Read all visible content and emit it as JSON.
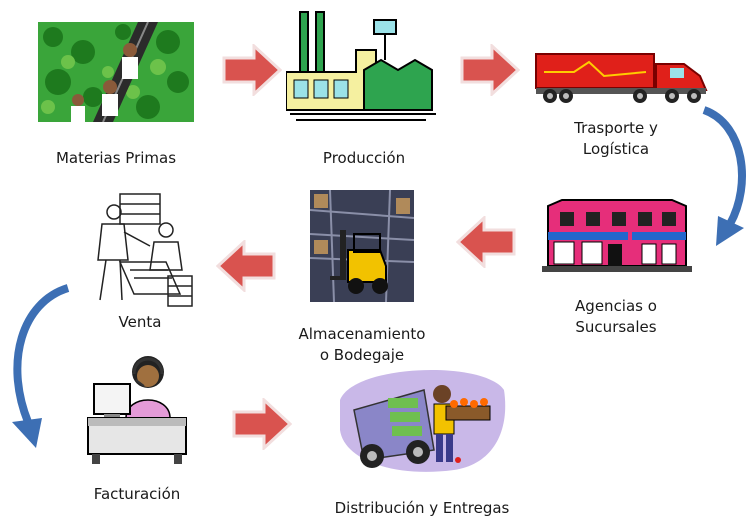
{
  "steps": {
    "materias_primas": "Materias Primas",
    "produccion": "Producción",
    "transporte_1": "Trasporte y",
    "transporte_2": "Logística",
    "agencias_1": "Agencias o",
    "agencias_2": "Sucursales",
    "almacenamiento_1": "Almacenamiento",
    "almacenamiento_2": "o Bodegaje",
    "venta": "Venta",
    "facturacion": "Facturación",
    "distribucion": "Distribución y Entregas"
  },
  "icons": {
    "materias_primas": "farm-workers-icon",
    "produccion": "factory-icon",
    "transporte": "truck-icon",
    "agencias": "storefront-icon",
    "almacenamiento": "forklift-warehouse-icon",
    "venta": "sales-meeting-icon",
    "facturacion": "call-center-agent-icon",
    "distribucion": "delivery-person-icon"
  },
  "colors": {
    "flow_arrow": "#d9534f",
    "curve_arrow": "#3d6fb4"
  }
}
